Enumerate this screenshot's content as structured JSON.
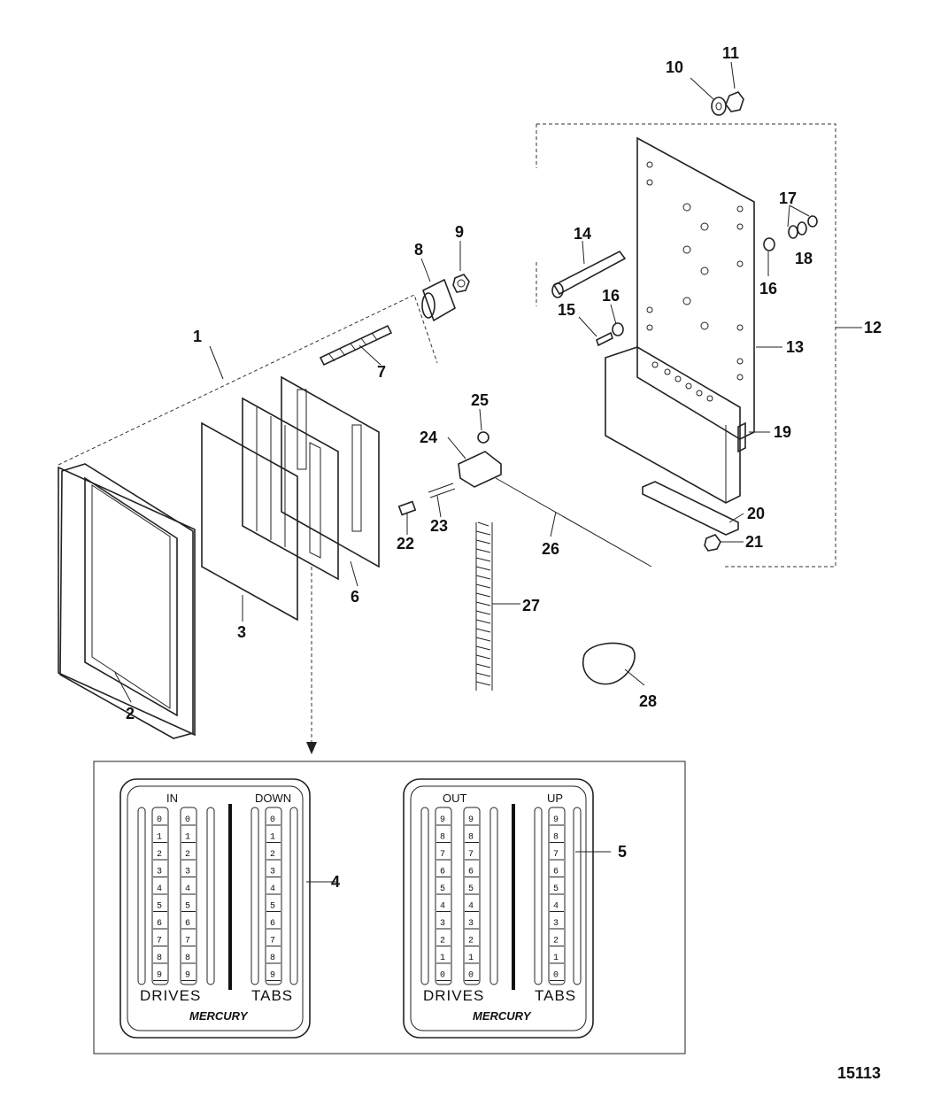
{
  "figure_id": "15113",
  "callouts": [
    "1",
    "2",
    "3",
    "4",
    "5",
    "6",
    "7",
    "8",
    "9",
    "10",
    "11",
    "12",
    "13",
    "14",
    "15",
    "16",
    "16",
    "17",
    "18",
    "19",
    "20",
    "21",
    "22",
    "23",
    "24",
    "25",
    "26",
    "27",
    "28"
  ],
  "panel_in": {
    "top_left": "IN",
    "top_right": "DOWN",
    "bottom_left": "DRIVES",
    "bottom_right": "TABS",
    "digits": [
      "0",
      "1",
      "2",
      "3",
      "4",
      "5",
      "6",
      "7",
      "8",
      "9"
    ]
  },
  "panel_out": {
    "top_left": "OUT",
    "top_right": "UP",
    "bottom_left": "DRIVES",
    "bottom_right": "TABS",
    "digits": [
      "9",
      "8",
      "7",
      "6",
      "5",
      "4",
      "3",
      "2",
      "1",
      "0"
    ]
  },
  "logo_text": "MERCURY"
}
